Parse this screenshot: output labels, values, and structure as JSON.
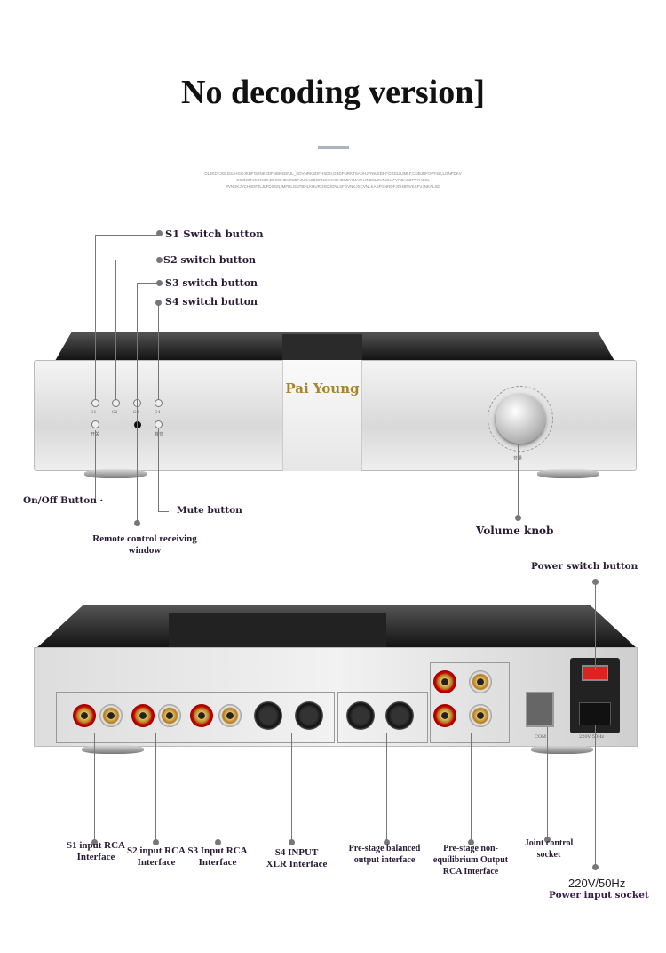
{
  "title": "No decoding version]",
  "fine_print": "OLJKDFJGLDSJHGOJKDFGHNKSDFNBKSDFJL_SDVNRKSDFHSDN,GBDFNRKTSADHJFNK/SDHFOSDLBJMLF,CDBJDFOPFSE,LGNFDKV OSJNOFJSDNGK,DFSGHBVRSDFJUKASDGFNCXKVBHDKBYUJAFHJNDSLSVNCKJFVNBASDFFYHBSL #VNDKJVCHSDFJLJLFDSGNJMFDLGNTBHLKRUROSDJGNLSFDVNKJXCVNLKASFGNRDFJGHBNVKSFVJNKALSD",
  "brand": "Pai Young",
  "front_labels": {
    "s1": "S1 Switch button",
    "s2": "S2 switch button",
    "s3": "S3 switch button",
    "s4": "S4 switch button",
    "onoff": "On/Off Button ·",
    "mute": "Mute button",
    "remote": "Remote control receiving window",
    "volume": "Volume knob"
  },
  "panel_marks": {
    "s1": "S1",
    "s2": "S2",
    "s3": "S3",
    "s4": "S4",
    "power": "开关",
    "mute": "静音",
    "vol": "音量"
  },
  "rear_labels": {
    "power_switch": "Power switch button",
    "s1": "S1 input RCA Interface",
    "s2": "S2 input RCA Interface",
    "s3": "S3 Input RCA Interface",
    "s4": "S4 INPUT XLR Interface",
    "bal": "Pre-stage balanced output interface",
    "rca_out": "Pre-stage non-equilibrium Output RCA Interface",
    "joint": "Joint control socket",
    "voltage": "220V/50Hz",
    "power_in": "Power input socket"
  },
  "rear_marks": {
    "com": "COM",
    "ac": "220V 50Hz"
  }
}
